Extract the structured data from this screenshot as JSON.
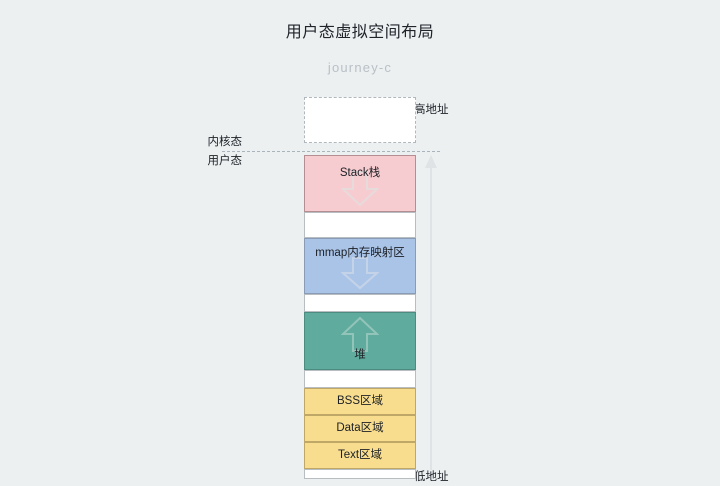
{
  "header": {
    "title": "用户态虚拟空间布局",
    "subtitle": "journey-c"
  },
  "labels": {
    "kernel_mode": "内核态",
    "user_mode": "用户态",
    "high_address": "高地址",
    "low_address": "低地址"
  },
  "colors": {
    "background": "#ecf0f1",
    "stack": "#f7ccd0",
    "mmap": "#aac4e8",
    "heap": "#5fab9d",
    "static": "#f8dd8f",
    "empty": "#ffffff",
    "outline": "#9aa0a6",
    "subtitle_text": "#b9c0c6",
    "arrow_outline": "#e3e6e8"
  },
  "memory_layout": {
    "direction_note": "top = 高地址, bottom = 低地址",
    "segments": [
      {
        "key": "kernel",
        "label": "",
        "fill": "#ffffff",
        "border": "dashed",
        "arrow": "none"
      },
      {
        "key": "stack",
        "label": "Stack栈",
        "fill": "#f7ccd0",
        "border": "solid",
        "arrow": "down"
      },
      {
        "key": "gap1",
        "label": "",
        "fill": "#ffffff",
        "border": "solid",
        "arrow": "none"
      },
      {
        "key": "mmap",
        "label": "mmap内存映射区",
        "fill": "#aac4e8",
        "border": "solid",
        "arrow": "down"
      },
      {
        "key": "gap2",
        "label": "",
        "fill": "#ffffff",
        "border": "solid",
        "arrow": "none"
      },
      {
        "key": "heap",
        "label": "堆",
        "fill": "#5fab9d",
        "border": "solid",
        "arrow": "up"
      },
      {
        "key": "gap3",
        "label": "",
        "fill": "#ffffff",
        "border": "solid",
        "arrow": "none"
      },
      {
        "key": "bss",
        "label": "BSS区域",
        "fill": "#f8dd8f",
        "border": "solid",
        "arrow": "none"
      },
      {
        "key": "data",
        "label": "Data区域",
        "fill": "#f8dd8f",
        "border": "solid",
        "arrow": "none"
      },
      {
        "key": "text",
        "label": "Text区域",
        "fill": "#f8dd8f",
        "border": "solid",
        "arrow": "none"
      },
      {
        "key": "reserved",
        "label": "",
        "fill": "#ffffff",
        "border": "solid",
        "arrow": "none"
      }
    ]
  },
  "growth_arrow": {
    "name": "address-growth-arrow",
    "direction": "up"
  }
}
